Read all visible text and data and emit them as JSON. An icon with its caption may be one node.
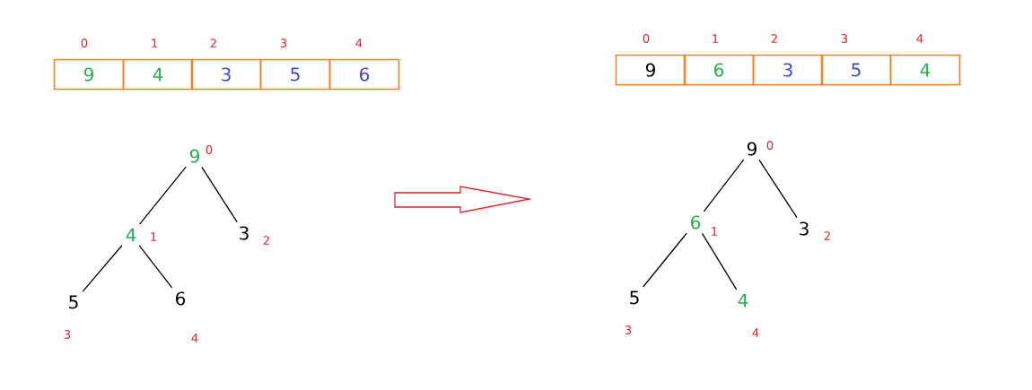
{
  "diagram": {
    "nodes": [
      {
        "text": [
          "9"
        ],
        "beside": [
          "0"
        ]
      },
      {
        "text": [
          "4"
        ],
        "beside": [
          "1"
        ]
      },
      {
        "text": [
          "3"
        ],
        "beside": [
          "2"
        ]
      },
      {
        "text": [
          "5"
        ],
        "beside": [
          "3"
        ]
      },
      {
        "text": [
          "6"
        ],
        "beside": [
          "4"
        ]
      },
      {
        "text": [
          "9"
        ],
        "beside": [
          "0"
        ]
      },
      {
        "text": [
          "4"
        ],
        "beside": [
          "1"
        ]
      },
      {
        "text": [
          "3"
        ],
        "beside": [
          "2"
        ]
      },
      {
        "text": [
          "5"
        ],
        "beside": [
          "3"
        ]
      },
      {
        "text": [
          "6"
        ],
        "beside": [
          "4"
        ]
      },
      {
        "text": [
          "9"
        ],
        "beside": [
          "0"
        ]
      },
      {
        "text": [
          "6"
        ],
        "beside": [
          "1"
        ]
      },
      {
        "text": [
          "3"
        ],
        "beside": [
          "2"
        ]
      },
      {
        "text": [
          "5"
        ],
        "beside": [
          "3"
        ]
      },
      {
        "text": [
          "4"
        ],
        "beside": [
          "4"
        ]
      },
      {
        "text": [
          "9"
        ],
        "beside": [
          "0"
        ]
      },
      {
        "text": [
          "6"
        ],
        "beside": [
          "1"
        ]
      },
      {
        "text": [
          "3"
        ],
        "beside": [
          "2"
        ]
      },
      {
        "text": [
          "5"
        ],
        "beside": [
          "3"
        ]
      },
      {
        "text": [
          "4"
        ],
        "beside": [
          "4"
        ]
      }
    ],
    "edges": [
      {
        "from": 5,
        "to": 6,
        "arrow": "none"
      },
      {
        "from": 5,
        "to": 7,
        "arrow": "none"
      },
      {
        "from": 6,
        "to": 8,
        "arrow": "none"
      },
      {
        "from": 6,
        "to": 9,
        "arrow": "none"
      },
      {
        "from": 15,
        "to": 16,
        "arrow": "none"
      },
      {
        "from": 15,
        "to": 17,
        "arrow": "none"
      },
      {
        "from": 16,
        "to": 18,
        "arrow": "none"
      },
      {
        "from": 16,
        "to": 19,
        "arrow": "none"
      }
    ]
  }
}
